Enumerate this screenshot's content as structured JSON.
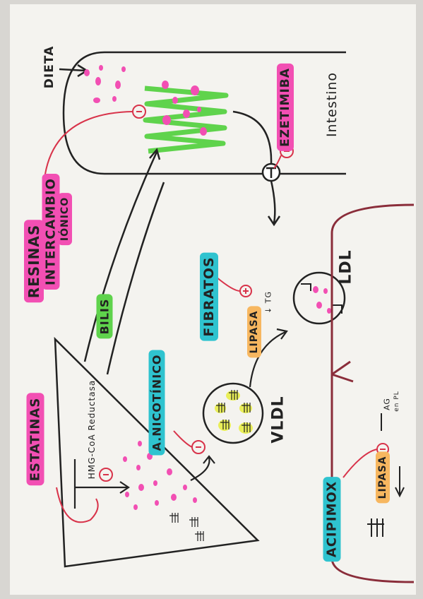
{
  "labels": {
    "dieta": "DIETA",
    "intestino": "Intestino",
    "ezetimiba": "EZETIMIBA",
    "resinas": "RESINAS",
    "intercambio": "INTERCAMBIO",
    "ionico": "IÓNICO",
    "bilis": "BILIS",
    "fibratos": "FIBRATOS",
    "lipasa_top": "LIPASA",
    "tg": "↓ TG",
    "ldl": "LDL",
    "vldl": "VLDL",
    "a_nicotinico": "A.NICOTÍNICO",
    "estatinas": "ESTATINAS",
    "hmg": "HMG-CoA Reductasa",
    "acipimox": "ACIPIMOX",
    "lipasa_bottom": "LIPASA",
    "ag": "AG",
    "en_pl": "en PL",
    "minus": "−"
  },
  "colors": {
    "pink": "#f24fb3",
    "cyan": "#2fc3cf",
    "green": "#5fd34c",
    "orange": "#f7b760",
    "yellow": "#e9ee57",
    "ink": "#222222",
    "red_ink": "#d8334a",
    "maroon": "#8a2d3a"
  }
}
